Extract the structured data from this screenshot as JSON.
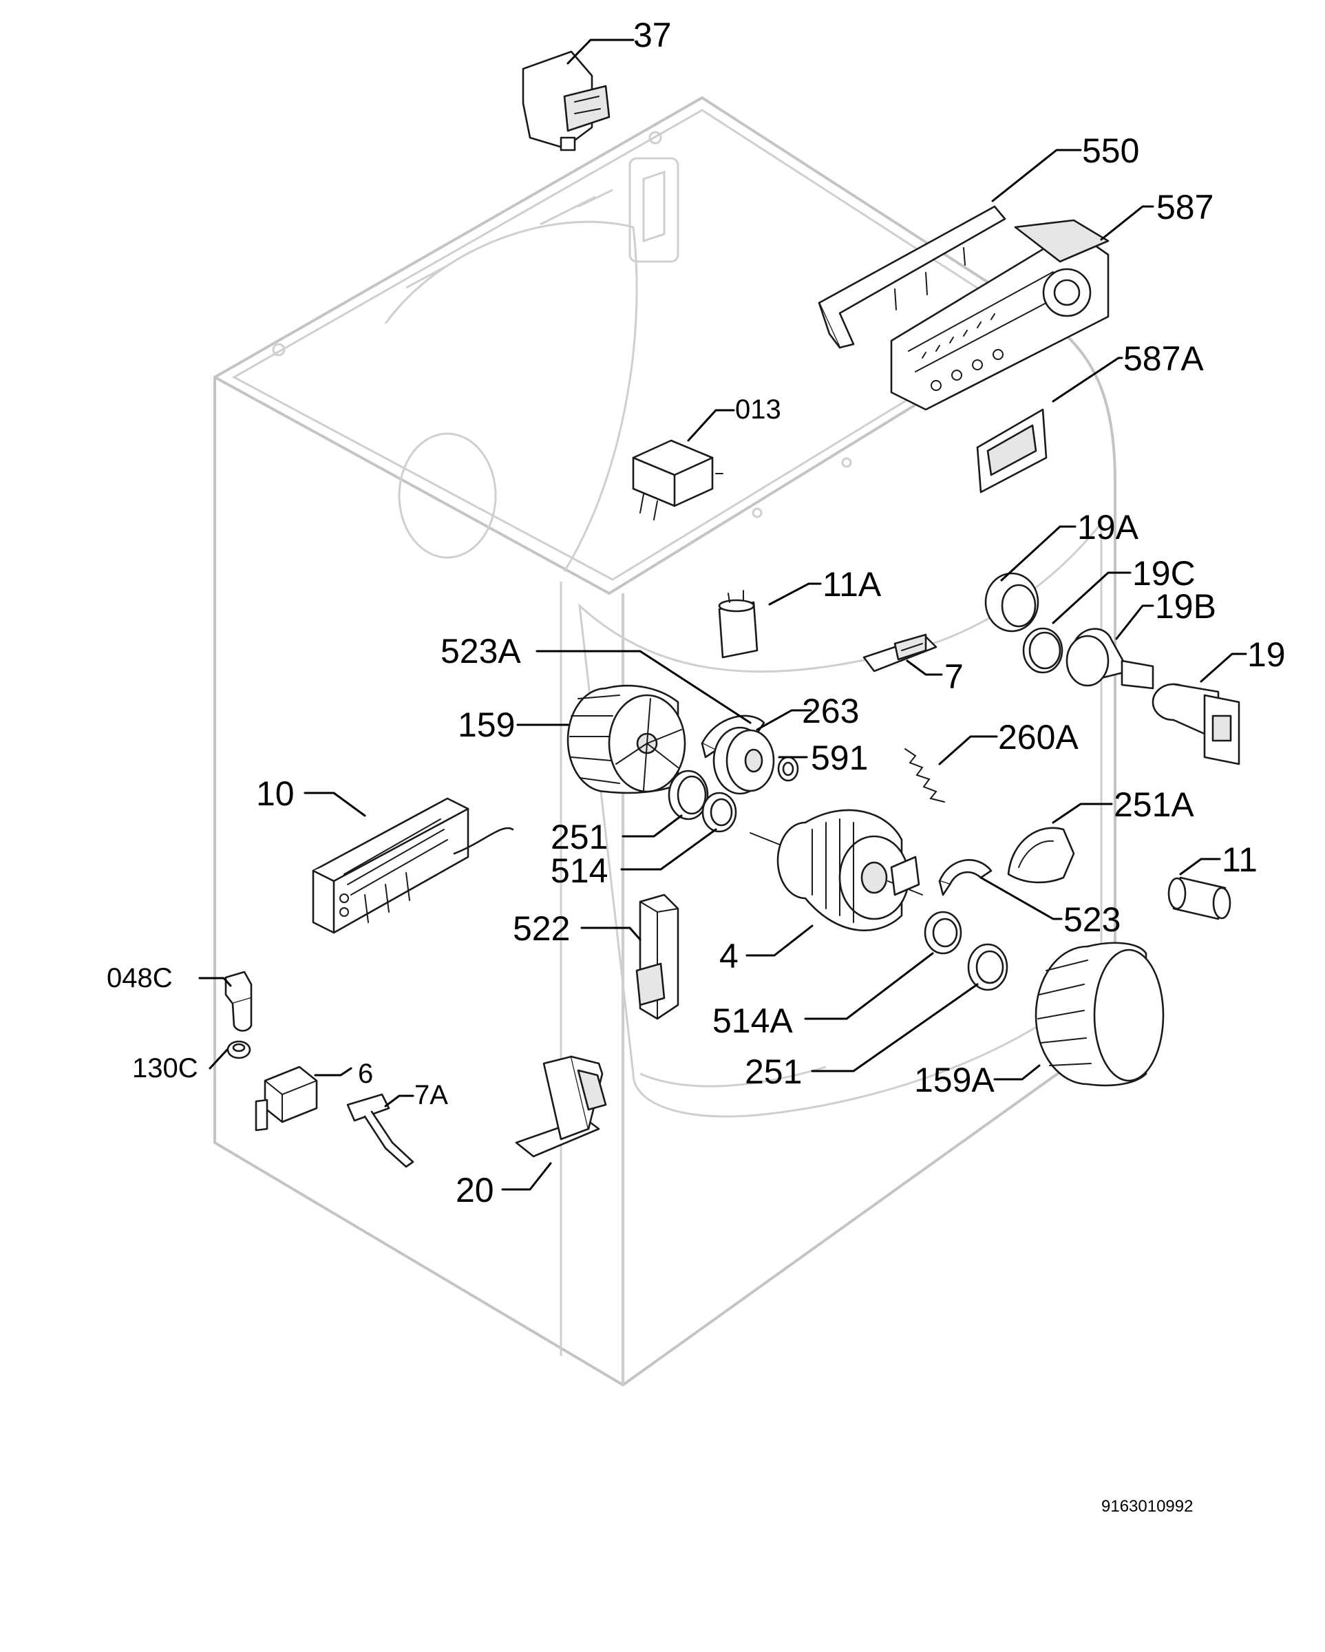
{
  "labels": {
    "p37": "37",
    "p550": "550",
    "p587": "587",
    "p587A": "587A",
    "p013": "013",
    "p19A": "19A",
    "p19C": "19C",
    "p19B": "19B",
    "p19": "19",
    "p11A": "11A",
    "p523A": "523A",
    "p7": "7",
    "p263": "263",
    "p159": "159",
    "p591": "591",
    "p260A": "260A",
    "p10": "10",
    "p251_upper": "251",
    "p514": "514",
    "p251A": "251A",
    "p11": "11",
    "p523": "523",
    "p522": "522",
    "p4": "4",
    "p048C": "048C",
    "p514A": "514A",
    "p130C": "130C",
    "p6": "6",
    "p7A": "7A",
    "p251_lower": "251",
    "p159A": "159A",
    "p20": "20"
  },
  "diagram_code": "9163010992"
}
